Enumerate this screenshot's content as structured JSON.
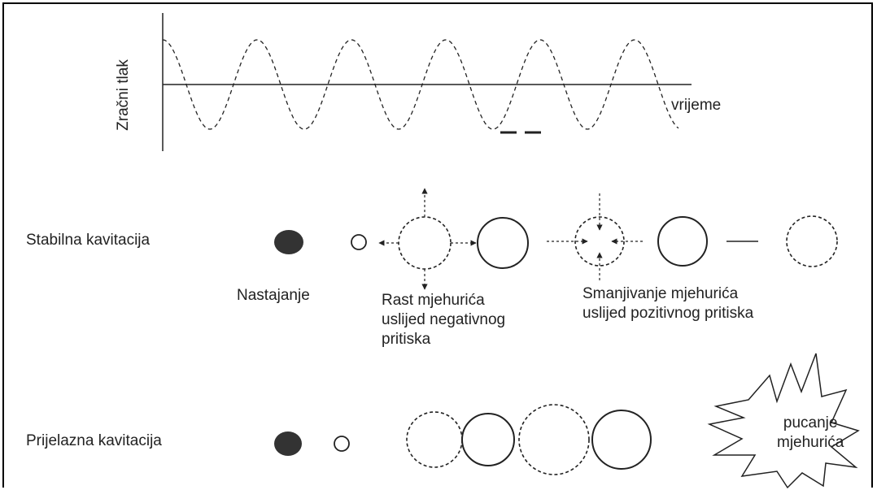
{
  "graph": {
    "y_axis_label": "Zračni tlak",
    "x_axis_label": "vrijeme"
  },
  "rows": [
    {
      "label": "Stabilna kavitacija",
      "captions": {
        "formation": "Nastajanje",
        "growth_line1": "Rast mjehurića",
        "growth_line2": "uslijed negativnog",
        "growth_line3": "pritiska",
        "shrink_line1": "Smanjivanje mjehurića",
        "shrink_line2": "uslijed pozitivnog pritiska"
      }
    },
    {
      "label": "Prijelazna kavitacija",
      "captions": {
        "burst_line1": "pucanje",
        "burst_line2": "mjehurića"
      }
    }
  ],
  "colors": {
    "stroke": "#222222",
    "fill_dark": "#333333",
    "background": "#ffffff"
  }
}
